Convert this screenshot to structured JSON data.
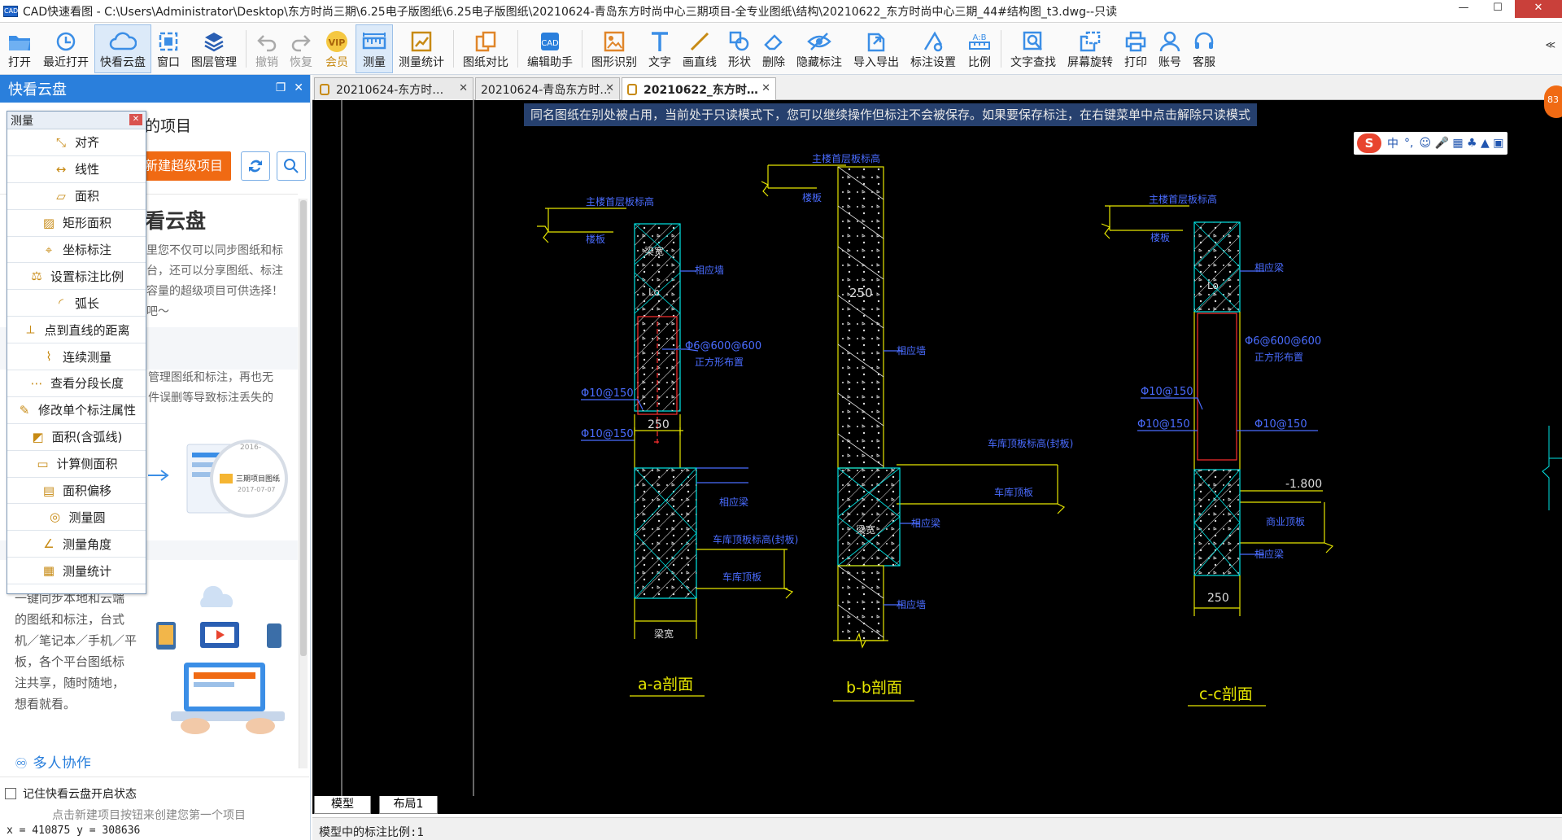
{
  "window": {
    "title": "CAD快速看图 - C:\\Users\\Administrator\\Desktop\\东方时尚三期\\6.25电子版图纸\\6.25电子版图纸\\20210624-青岛东方时尚中心三期项目-全专业图纸\\结构\\20210622_东方时尚中心三期_44#结构图_t3.dwg--只读",
    "app_icon_text": "CAD",
    "minimize": "—",
    "maximize": "☐",
    "close": "✕"
  },
  "toolbar": {
    "items": [
      {
        "label": "打开",
        "icon": "folder-open-icon"
      },
      {
        "label": "最近打开",
        "icon": "history-icon"
      },
      {
        "label": "快看云盘",
        "icon": "cloud-icon"
      },
      {
        "label": "窗口",
        "icon": "window-icon"
      },
      {
        "label": "图层管理",
        "icon": "layers-icon"
      },
      {
        "label": "撤销",
        "icon": "undo-icon"
      },
      {
        "label": "恢复",
        "icon": "redo-icon"
      },
      {
        "label": "会员",
        "icon": "vip-icon",
        "badge": "VIP"
      },
      {
        "label": "测量",
        "icon": "ruler-icon"
      },
      {
        "label": "测量统计",
        "icon": "measure-stats-icon"
      },
      {
        "label": "图纸对比",
        "icon": "compare-icon"
      },
      {
        "label": "编辑助手",
        "icon": "edit-assistant-icon"
      },
      {
        "label": "图形识别",
        "icon": "shape-recognition-icon"
      },
      {
        "label": "文字",
        "icon": "text-icon"
      },
      {
        "label": "画直线",
        "icon": "line-icon"
      },
      {
        "label": "形状",
        "icon": "shape-icon"
      },
      {
        "label": "删除",
        "icon": "eraser-icon"
      },
      {
        "label": "隐藏标注",
        "icon": "hide-eye-icon"
      },
      {
        "label": "导入导出",
        "icon": "import-export-icon"
      },
      {
        "label": "标注设置",
        "icon": "annotation-settings-icon"
      },
      {
        "label": "比例",
        "icon": "scale-icon"
      },
      {
        "label": "文字查找",
        "icon": "text-search-icon"
      },
      {
        "label": "屏幕旋转",
        "icon": "rotate-screen-icon"
      },
      {
        "label": "打印",
        "icon": "printer-icon"
      },
      {
        "label": "账号",
        "icon": "user-icon"
      },
      {
        "label": "客服",
        "icon": "headset-icon"
      }
    ],
    "more": "≪"
  },
  "left_panel": {
    "header": "快看云盘",
    "title_partial": "的项目",
    "new_project": "新建超级项目",
    "cloud_title": "看云盘",
    "intro_lines": [
      "里您不仅可以同步图纸和标",
      "台，还可以分享图纸、标注",
      "容量的超级项目可供选择！",
      "吧～"
    ],
    "section_lines": [
      "管理图纸和标注，再也无",
      "件误删等导致标注丢失的"
    ],
    "illus_date1": "2016-",
    "illus_label": "三期项目图纸",
    "illus_date2": "2017-07-07",
    "sync_lines": [
      "一键同步本地和云端",
      "的图纸和标注，台式",
      "机／笔记本／手机／平",
      "板，各个平台图纸标",
      "注共享，随时随地，",
      "想看就看。"
    ],
    "multi": "多人协作",
    "remember": "记住快看云盘开启状态",
    "hint": "点击新建项目按钮来创建您第一个项目",
    "coords": "x = 410875  y = 308636"
  },
  "measure_menu": {
    "title": "测量",
    "items": [
      {
        "label": "对齐",
        "icon": "align-measure-icon"
      },
      {
        "label": "线性",
        "icon": "linear-measure-icon"
      },
      {
        "label": "面积",
        "icon": "area-icon"
      },
      {
        "label": "矩形面积",
        "icon": "rect-area-icon"
      },
      {
        "label": "坐标标注",
        "icon": "coordinate-icon"
      },
      {
        "label": "设置标注比例",
        "icon": "scale-setting-icon"
      },
      {
        "label": "弧长",
        "icon": "arc-length-icon"
      },
      {
        "label": "点到直线的距离",
        "icon": "point-line-distance-icon"
      },
      {
        "label": "连续测量",
        "icon": "continuous-measure-icon"
      },
      {
        "label": "查看分段长度",
        "icon": "segment-length-icon"
      },
      {
        "label": "修改单个标注属性",
        "icon": "edit-annotation-icon"
      },
      {
        "label": "面积(含弧线)",
        "icon": "arc-area-icon"
      },
      {
        "label": "计算侧面积",
        "icon": "side-area-icon"
      },
      {
        "label": "面积偏移",
        "icon": "area-offset-icon"
      },
      {
        "label": "测量圆",
        "icon": "circle-measure-icon"
      },
      {
        "label": "测量角度",
        "icon": "angle-measure-icon"
      },
      {
        "label": "测量统计",
        "icon": "measure-stats-icon"
      }
    ]
  },
  "tabs": [
    {
      "label": "20210624-东方时…",
      "active": false
    },
    {
      "label": "20210624-青岛东方时…",
      "active": false
    },
    {
      "label": "20210622_东方时…",
      "active": true
    }
  ],
  "notice": "同名图纸在别处被占用，当前处于只读模式下，您可以继续操作但标注不会被保存。如果要保存标注，在右键菜单中点击解除只读模式",
  "ime": {
    "logo": "S",
    "lang": "中",
    "punct": "°,",
    "tools": "☺ 🎤 ▦ ♣ ▲ ▣"
  },
  "badge": "83",
  "drawing": {
    "a": {
      "top_label": "主楼首层板标高",
      "slab": "楼板",
      "beam_w": "梁宽",
      "wall": "相应墙",
      "lo": "Lo",
      "rebar1": "Φ6@600@600",
      "rebar2": "正方形布置",
      "rebar3": "Φ10@150",
      "rebar4": "Φ10@150",
      "dim": "250",
      "beam": "相应梁",
      "roof_label": "车库顶板标高(封板)",
      "roof": "车库顶板",
      "bottom": "梁宽",
      "title": "a-a剖面"
    },
    "b": {
      "top_label": "主楼首层板标高",
      "slab": "楼板",
      "dim": "250",
      "wall1": "相应墙",
      "roof_label": "车库顶板标高(封板)",
      "roof": "车库顶板",
      "beam_w": "梁宽",
      "beam": "相应梁",
      "wall2": "相应墙",
      "title": "b-b剖面"
    },
    "c": {
      "top_label": "主楼首层板标高",
      "slab": "楼板",
      "beam1": "相应梁",
      "lo": "Lo",
      "rebar1": "Φ6@600@600",
      "rebar2": "正方形布置",
      "rebar3": "Φ10@150",
      "rebar4": "Φ10@150",
      "rebar5": "Φ10@150",
      "elev": "-1.800",
      "commercial": "商业顶板",
      "beam2": "相应梁",
      "dim": "250",
      "title": "c-c剖面"
    }
  },
  "bottom_tabs": [
    "模型",
    "布局1"
  ],
  "status": "模型中的标注比例:1",
  "colors": {
    "accent": "#2a7fdc",
    "new_button": "#f06a13",
    "canvas": "#000000",
    "cyan": "#00e5e5",
    "yellow": "#e6e600",
    "red": "#ff3030",
    "blue": "#4a6cff"
  }
}
